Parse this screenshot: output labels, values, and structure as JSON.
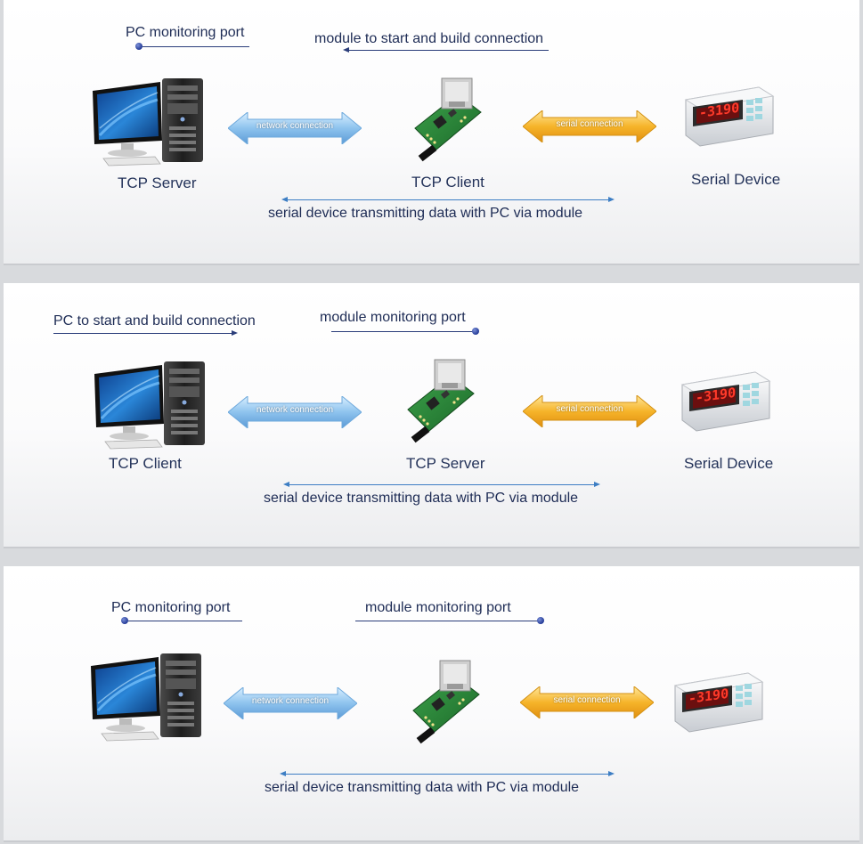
{
  "colors": {
    "network_arrow": "#8fc4ee",
    "serial_arrow": "#f3b72e",
    "data_line": "#3d7ec4",
    "text": "#1e2c55"
  },
  "icons": {
    "computer": "desktop-computer-icon",
    "module": "serial-ethernet-module-icon",
    "serial_device": "digital-display-device-icon"
  },
  "panels": [
    {
      "note_left": "PC monitoring port",
      "note_right": "module to start and build connection",
      "network_label": "network connection",
      "serial_label": "serial connection",
      "pc_caption": "TCP Server",
      "module_caption": "TCP Client",
      "device_caption": "Serial Device",
      "bottom": "serial device transmitting data with PC via module"
    },
    {
      "note_left": "PC to start and build connection",
      "note_right": "module monitoring port",
      "network_label": "network connection",
      "serial_label": "serial connection",
      "pc_caption": "TCP Client",
      "module_caption": "TCP Server",
      "device_caption": "Serial Device",
      "bottom": "serial device transmitting data with PC via module"
    },
    {
      "note_left": "PC monitoring port",
      "note_right": "module monitoring port",
      "network_label": "network connection",
      "serial_label": "serial connection",
      "bottom": "serial device transmitting data with PC via module"
    }
  ]
}
